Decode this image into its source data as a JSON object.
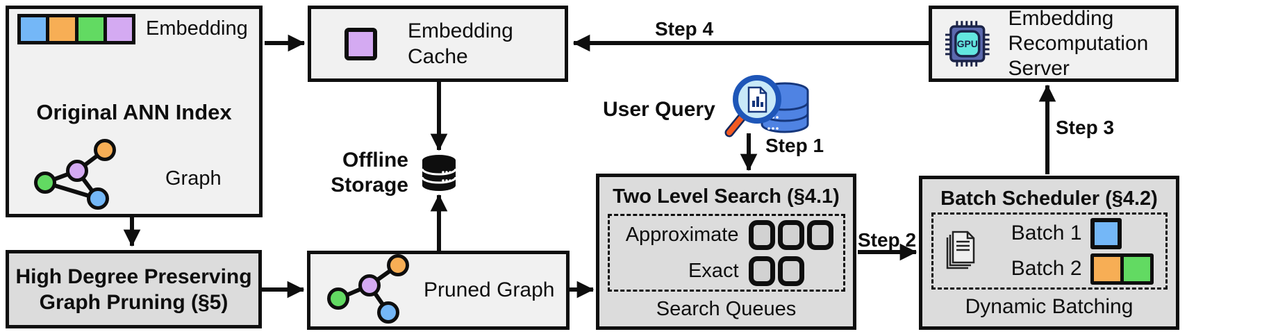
{
  "colors": {
    "blue": "#74b7f7",
    "orange": "#f7ae55",
    "green": "#62da62",
    "purple": "#d4aaf2",
    "box_light": "#f1f1f1",
    "box_dark": "#dcdcdc"
  },
  "ann_index": {
    "embedding_label": "Embedding",
    "title": "Original ANN Index",
    "graph_label": "Graph"
  },
  "embedding_cache": {
    "label": "Embedding Cache"
  },
  "offline_storage": {
    "label": "Offline Storage"
  },
  "user_query": {
    "label": "User Query"
  },
  "steps": {
    "step1": "Step 1",
    "step2": "Step 2",
    "step3": "Step 3",
    "step4": "Step 4"
  },
  "recomputation_server": {
    "label": "Embedding Recomputation Server",
    "chip_label": "GPU"
  },
  "graph_pruning": {
    "label": "High Degree Preserving Graph Pruning (§5)"
  },
  "pruned_graph": {
    "label": "Pruned Graph"
  },
  "two_level_search": {
    "title": "Two Level Search (§4.1)",
    "approximate_label": "Approximate",
    "exact_label": "Exact",
    "caption": "Search Queues"
  },
  "batch_scheduler": {
    "title": "Batch Scheduler (§4.2)",
    "batch1_label": "Batch 1",
    "batch2_label": "Batch 2",
    "caption": "Dynamic Batching"
  }
}
